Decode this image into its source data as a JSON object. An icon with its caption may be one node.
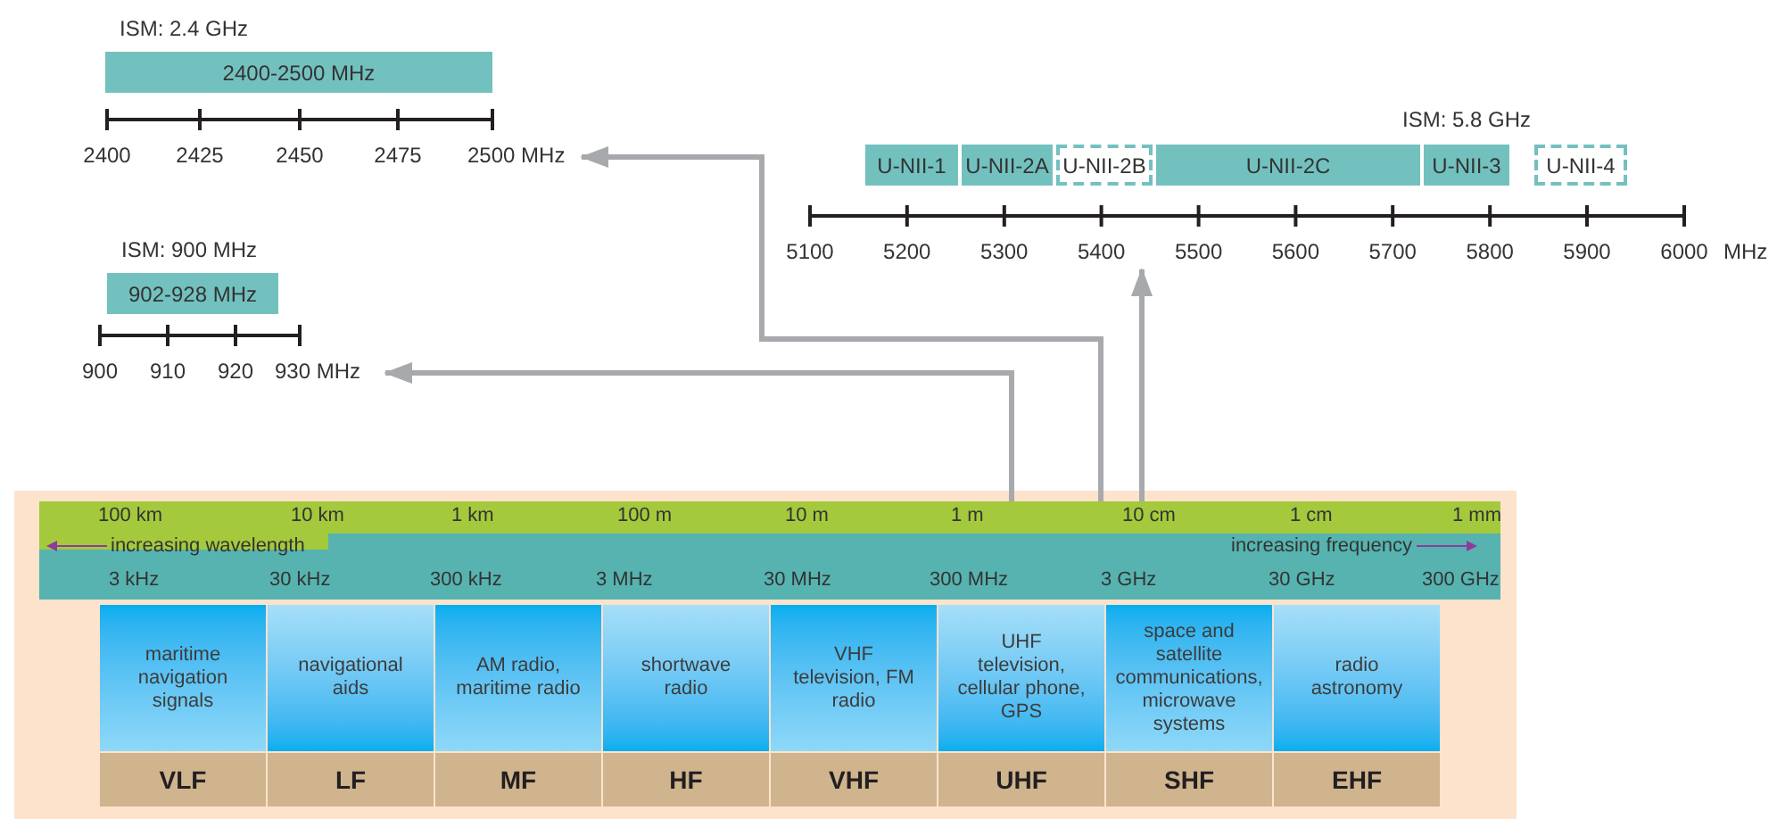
{
  "diagram": {
    "nodes": [
      {
        "text": [
          "2400-2500 MHz"
        ],
        "beside": [
          "ISM: 2.4 GHz"
        ]
      },
      {
        "text": [
          "2400",
          "2425",
          "2450",
          "2475",
          "2500 MHz"
        ]
      },
      {
        "text": [
          "902-928 MHz"
        ],
        "beside": [
          "ISM: 900 MHz"
        ]
      },
      {
        "text": [
          "900",
          "910",
          "920",
          "930 MHz"
        ]
      },
      {
        "text": [
          "U-NII-1"
        ]
      },
      {
        "text": [
          "U-NII-2A"
        ]
      },
      {
        "text": [
          "U-NII-2B"
        ]
      },
      {
        "text": [
          "U-NII-2C"
        ]
      },
      {
        "text": [
          "U-NII-3"
        ]
      },
      {
        "text": [
          "U-NII-4"
        ]
      },
      {
        "text": [
          "5100",
          "5200",
          "5300",
          "5400",
          "5500",
          "5600",
          "5700",
          "5800",
          "5900",
          "6000",
          "MHz"
        ]
      },
      {
        "text": [],
        "shape": "box"
      },
      {
        "text": [
          "100 km",
          "10 km",
          "1 km",
          "100 m",
          "10 m",
          "1 m",
          "10 cm",
          "1 cm",
          "1 mm",
          "increasing wavelength",
          "increasing frequency",
          "3 kHz",
          "30 kHz",
          "300 kHz",
          "3 MHz",
          "30 MHz",
          "300 MHz",
          "3 GHz",
          "30 GHz",
          "300 GHz"
        ],
        "in": 11
      },
      {
        "text": [
          "maritime navigation signals",
          "VLF"
        ],
        "in": 11
      },
      {
        "text": [
          "navigational aids",
          "LF"
        ],
        "in": 11
      },
      {
        "text": [
          "AM radio, maritime radio",
          "MF"
        ],
        "in": 11
      },
      {
        "text": [
          "shortwave radio",
          "HF"
        ],
        "in": 11
      },
      {
        "text": [
          "VHF television, FM radio",
          "VHF"
        ],
        "in": 11
      },
      {
        "text": [
          "UHF television, cellular phone, GPS",
          "UHF"
        ],
        "in": 11
      },
      {
        "text": [
          "space and satellite communications, microwave systems",
          "SHF"
        ],
        "in": 11
      },
      {
        "text": [
          "radio astronomy",
          "EHF"
        ],
        "in": 11
      }
    ],
    "edges": [
      {
        "from": 12,
        "to": 3,
        "arrow": "to"
      },
      {
        "from": 12,
        "to": 1,
        "arrow": "to"
      },
      {
        "from": 12,
        "to": 10,
        "arrow": "to"
      }
    ],
    "labels": [
      "ISM: 5.8 GHz"
    ]
  }
}
